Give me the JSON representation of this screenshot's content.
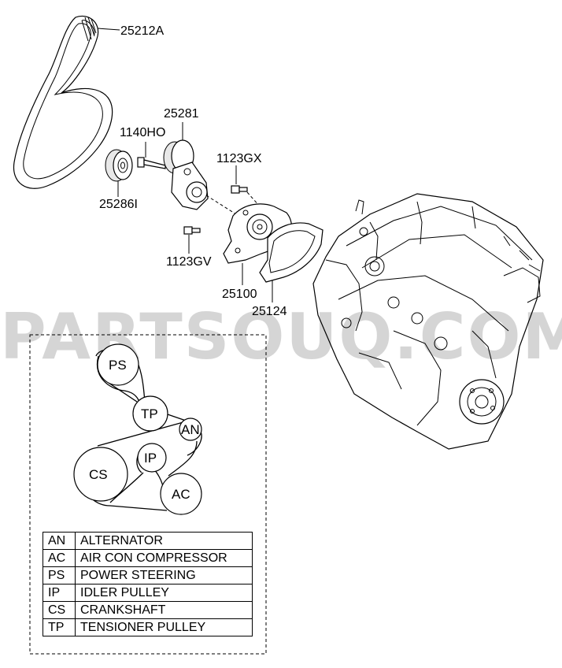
{
  "watermark": "PARTSOUQ.COM",
  "part_labels": {
    "belt": "25212A",
    "tensioner": "25281",
    "bolt_1140": "1140HO",
    "idler": "25286I",
    "bolt_gx": "1123GX",
    "bolt_gv": "1123GV",
    "water_pump": "25100",
    "gasket": "25124"
  },
  "pulleys": {
    "ps": "PS",
    "tp": "TP",
    "an": "AN",
    "ip": "IP",
    "cs": "CS",
    "ac": "AC"
  },
  "legend": [
    {
      "code": "AN",
      "desc": "ALTERNATOR"
    },
    {
      "code": "AC",
      "desc": "AIR CON COMPRESSOR"
    },
    {
      "code": "PS",
      "desc": "POWER STEERING"
    },
    {
      "code": "IP",
      "desc": "IDLER PULLEY"
    },
    {
      "code": "CS",
      "desc": "CRANKSHAFT"
    },
    {
      "code": "TP",
      "desc": "TENSIONER PULLEY"
    }
  ]
}
